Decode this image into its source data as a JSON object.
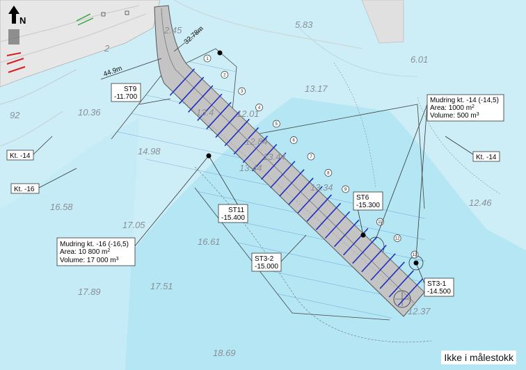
{
  "north_label": "N",
  "scale_note": "Ikke i målestokk",
  "depths": [
    "2.45",
    "5.83",
    "6.01",
    "2",
    "13.17",
    "10.36",
    "92",
    "14.98",
    "16.58",
    "17.05",
    "16.61",
    "12.46",
    "17.89",
    "17.51",
    "18.69",
    "13.4",
    "12.01",
    "12.84",
    "13.44",
    "13.44",
    "13.34",
    "12.37"
  ],
  "dimensions": [
    "32.78m",
    "44.9m"
  ],
  "stations": [
    {
      "name": "ST9",
      "depth": "-11.700"
    },
    {
      "name": "ST11",
      "depth": "-15.400"
    },
    {
      "name": "ST6",
      "depth": "-15.300"
    },
    {
      "name": "ST3-2",
      "depth": "-15.000"
    },
    {
      "name": "ST3-1",
      "depth": "-14.500"
    }
  ],
  "contours": [
    "Kt. -14",
    "Kt. -16",
    "Kt. -14"
  ],
  "dredging": [
    {
      "title": "Mudring kt. -14 (-14,5)",
      "area_label": "Area:",
      "area_value": "1000 m",
      "volume_label": "Volume:",
      "volume_value": "500 m"
    },
    {
      "title": "Mudring kt. -16 (-16,5)",
      "area_label": "Area:",
      "area_value": "10 800 m",
      "volume_label": "Volume:",
      "volume_value": "17 000 m"
    }
  ],
  "superscripts": {
    "area": "2",
    "volume": "3"
  },
  "sections": [
    "1",
    "2",
    "3",
    "4",
    "5",
    "6",
    "7",
    "8",
    "9",
    "10",
    "11",
    "12",
    "13"
  ],
  "colors": {
    "water_light": "#cdeef7",
    "water_mid": "#a6e2f2",
    "water_deep": "#8fd9ee",
    "land": "#e7e7e7",
    "pier": "#b7b7b7",
    "pile_line": "#1f2fbf",
    "hatch": "#3f7fc9"
  }
}
